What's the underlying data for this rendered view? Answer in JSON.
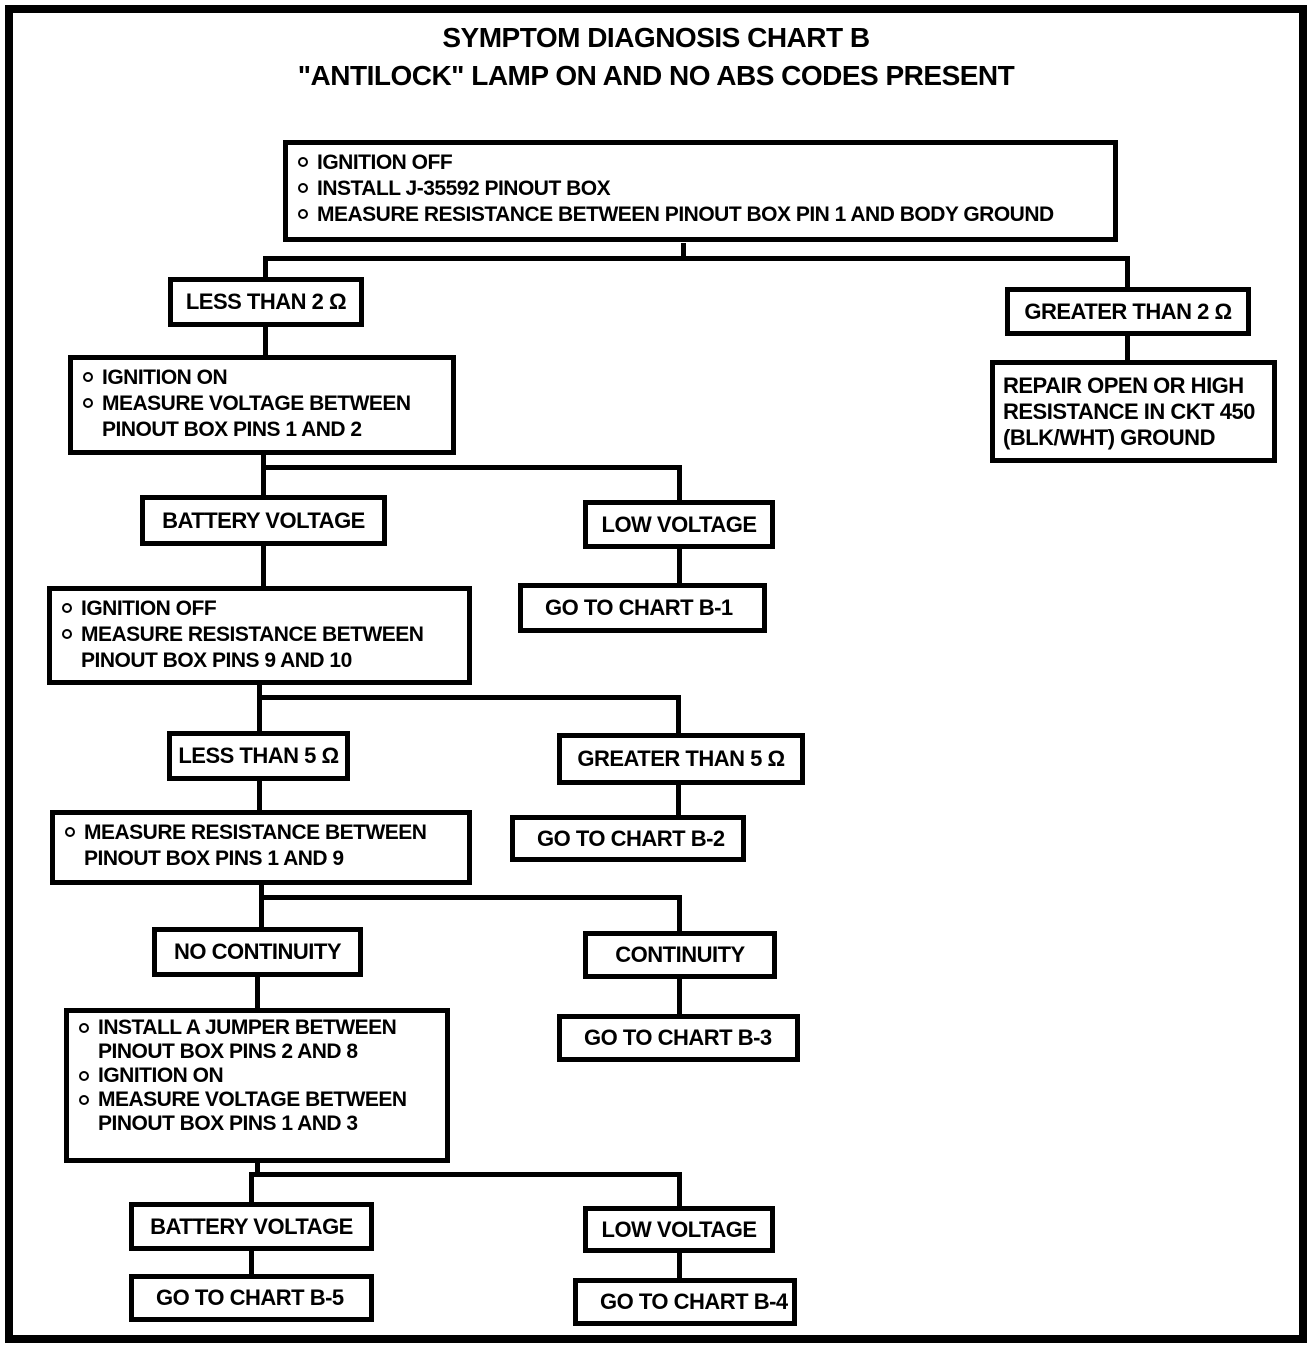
{
  "title": "SYMPTOM DIAGNOSIS CHART B",
  "subtitle": "\"ANTILOCK\" LAMP ON AND NO ABS CODES PRESENT",
  "boxes": {
    "start": {
      "items": [
        "IGNITION OFF",
        "INSTALL J-35592 PINOUT BOX",
        "MEASURE RESISTANCE BETWEEN PINOUT BOX PIN 1 AND BODY GROUND"
      ]
    },
    "less_than_2": {
      "label": "LESS THAN 2 Ω"
    },
    "greater_than_2": {
      "label": "GREATER THAN 2 Ω"
    },
    "repair_ckt450": {
      "label": "REPAIR OPEN OR HIGH RESISTANCE IN CKT 450 (BLK/WHT) GROUND"
    },
    "ignition_on_pins_1_2": {
      "items": [
        "IGNITION ON",
        "MEASURE VOLTAGE BETWEEN PINOUT BOX PINS 1 AND 2"
      ]
    },
    "battery_voltage_1": {
      "label": "BATTERY VOLTAGE"
    },
    "low_voltage_1": {
      "label": "LOW VOLTAGE"
    },
    "go_to_b1": {
      "label": "GO TO CHART B-1"
    },
    "ignition_off_pins_9_10": {
      "items": [
        "IGNITION OFF",
        "MEASURE RESISTANCE BETWEEN PINOUT BOX PINS 9 AND 10"
      ]
    },
    "less_than_5": {
      "label": "LESS THAN 5 Ω"
    },
    "greater_than_5": {
      "label": "GREATER THAN 5 Ω"
    },
    "go_to_b2": {
      "label": "GO TO CHART B-2"
    },
    "measure_pins_1_9": {
      "items": [
        "MEASURE RESISTANCE BETWEEN PINOUT BOX PINS 1 AND 9"
      ]
    },
    "no_continuity": {
      "label": "NO CONTINUITY"
    },
    "continuity": {
      "label": "CONTINUITY"
    },
    "go_to_b3": {
      "label": "GO TO CHART B-3"
    },
    "jumper_pins_2_8": {
      "items": [
        "INSTALL A JUMPER BETWEEN PINOUT BOX PINS 2 AND 8",
        "IGNITION ON",
        "MEASURE VOLTAGE BETWEEN PINOUT BOX PINS 1 AND 3"
      ]
    },
    "battery_voltage_2": {
      "label": "BATTERY VOLTAGE"
    },
    "go_to_b5": {
      "label": "GO TO CHART B-5"
    },
    "low_voltage_2": {
      "label": "LOW VOLTAGE"
    },
    "go_to_b4": {
      "label": "GO TO CHART B-4"
    }
  }
}
